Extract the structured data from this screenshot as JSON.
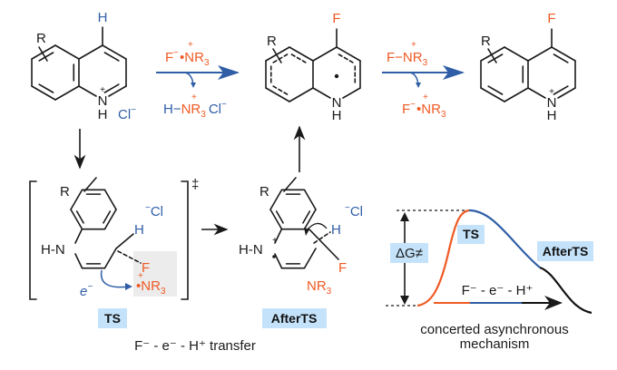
{
  "colors": {
    "orange": "#ef5a24",
    "blue": "#2f5ea6",
    "label_bg": "#c4e3fa",
    "box_grey": "#ececec"
  },
  "atoms": {
    "R": "R",
    "H": "H",
    "N": "N",
    "F": "F",
    "Cl": "Cl",
    "plus": "+",
    "minus": "−",
    "NR": "NR",
    "three": "3",
    "dot": "•",
    "HN": "H‑N"
  },
  "step1": {
    "reagent_F": "F",
    "reagent_NR3": "NR",
    "byproduct_H": "H−",
    "byproduct_NR3": "NR",
    "byproduct_Cl": "Cl"
  },
  "step2": {
    "reagent": "F−NR",
    "byproduct_F": "F",
    "byproduct_NR3": "NR"
  },
  "ts": {
    "electron": "e",
    "electron_charge": "−",
    "double_dagger": "‡",
    "label": "TS"
  },
  "after_ts": {
    "label": "AfterTS",
    "NR3": "NR"
  },
  "caption_transfer": "F⁻ - e⁻ - H⁺ transfer",
  "energy_diagram": {
    "barrier_label": "ΔG≠",
    "ts_label": "TS",
    "after_ts_label": "AfterTS",
    "sequence_label": "F⁻ - e⁻ - H⁺",
    "caption_line1": "concerted asynchronous",
    "caption_line2": "mechanism"
  }
}
